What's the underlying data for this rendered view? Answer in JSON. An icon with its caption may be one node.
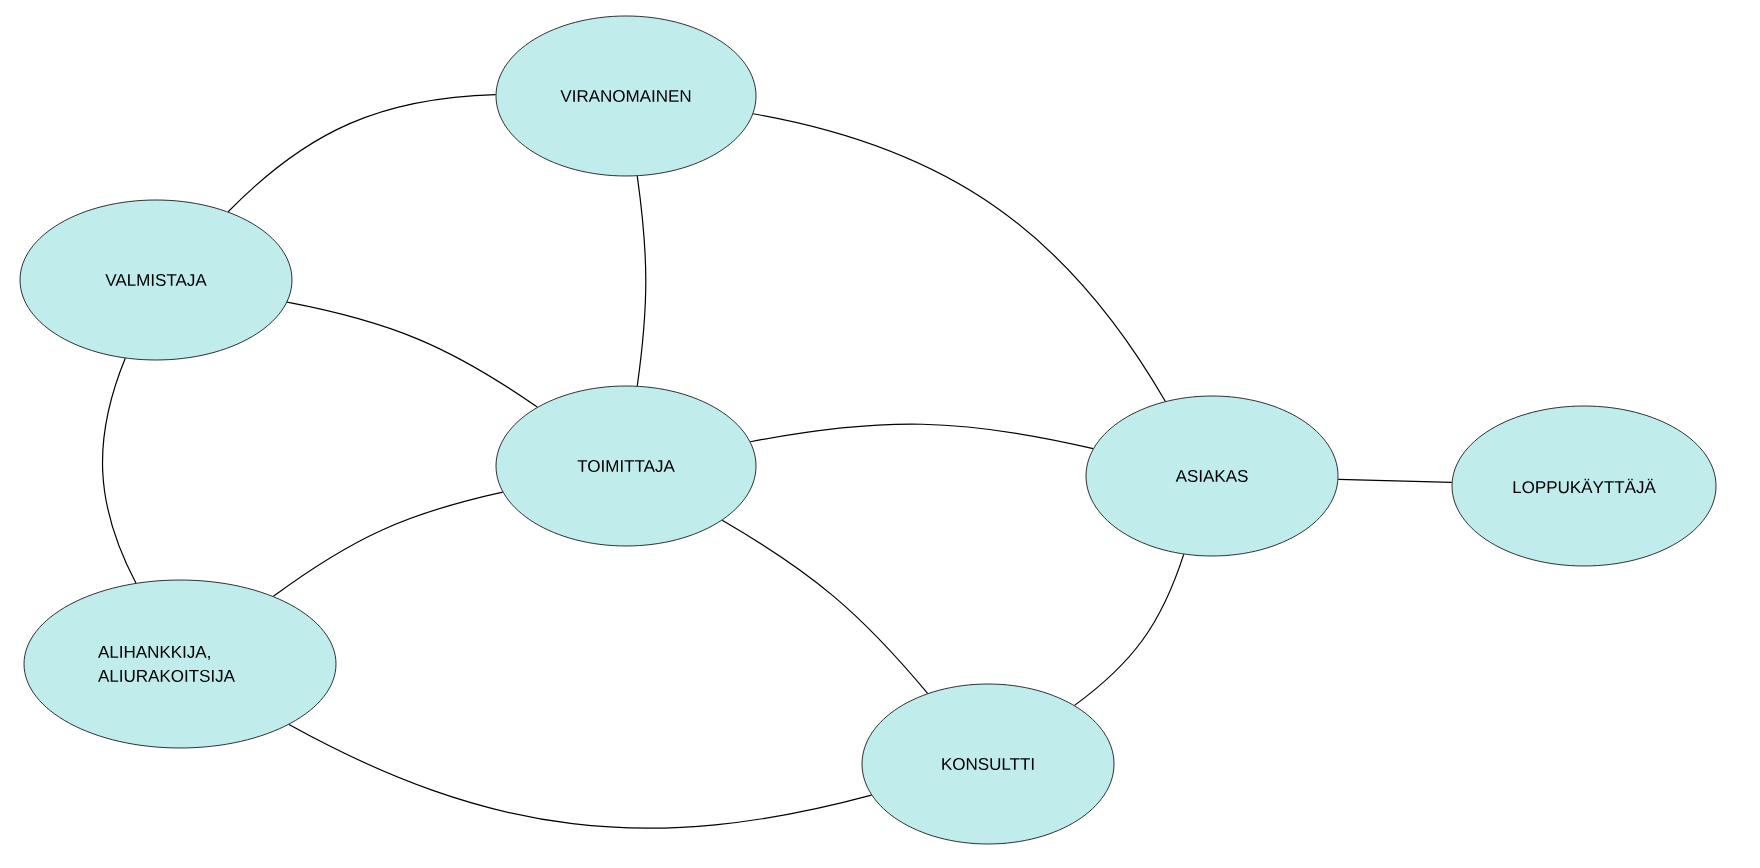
{
  "diagram": {
    "nodes": [
      {
        "text": [
          "VIRANOMAINEN"
        ]
      },
      {
        "text": [
          "VALMISTAJA"
        ]
      },
      {
        "text": [
          "TOIMITTAJA"
        ]
      },
      {
        "text": [
          "ASIAKAS"
        ]
      },
      {
        "text": [
          "LOPPUKÄYTTÄJÄ"
        ]
      },
      {
        "text": [
          "ALIHANKKIJA, ALIURAKOITSIJA"
        ]
      },
      {
        "text": [
          "KONSULTTI"
        ]
      }
    ],
    "edges": [
      {
        "from": 0,
        "to": 1,
        "arrow": "none"
      },
      {
        "from": 0,
        "to": 3,
        "arrow": "none"
      },
      {
        "from": 1,
        "to": 5,
        "arrow": "none"
      },
      {
        "from": 5,
        "to": 6,
        "arrow": "none"
      },
      {
        "from": 6,
        "to": 3,
        "arrow": "none"
      },
      {
        "from": 2,
        "to": 0,
        "arrow": "none"
      },
      {
        "from": 2,
        "to": 1,
        "arrow": "none"
      },
      {
        "from": 2,
        "to": 3,
        "arrow": "none"
      },
      {
        "from": 2,
        "to": 5,
        "arrow": "none"
      },
      {
        "from": 2,
        "to": 6,
        "arrow": "none"
      },
      {
        "from": 3,
        "to": 4,
        "arrow": "none"
      }
    ]
  }
}
